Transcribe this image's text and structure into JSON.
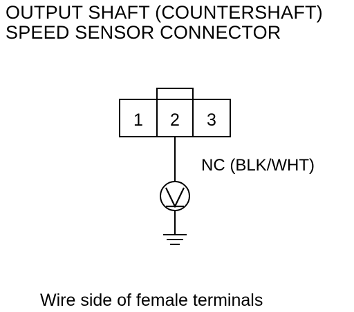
{
  "title": {
    "line1": "OUTPUT SHAFT (COUNTERSHAFT)",
    "line2": "SPEED SENSOR CONNECTOR"
  },
  "connector": {
    "terminals": [
      {
        "number": "1"
      },
      {
        "number": "2"
      },
      {
        "number": "3"
      }
    ]
  },
  "wire_label": "NC (BLK/WHT)",
  "meter_symbol": "V",
  "caption": "Wire side of female terminals",
  "icons": {
    "voltmeter": "voltmeter-icon",
    "ground": "ground-icon"
  }
}
